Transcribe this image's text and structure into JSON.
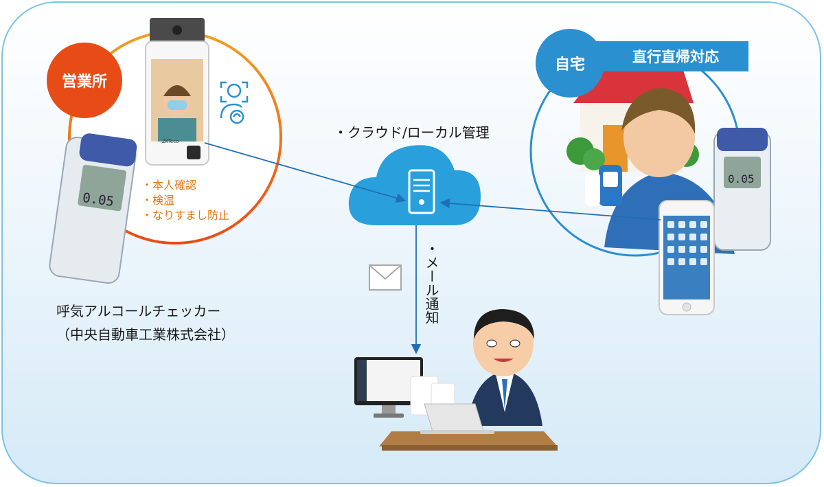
{
  "office": {
    "badge": "営業所",
    "features": [
      "・本人確認",
      "・検温",
      "・なりすまし防止"
    ]
  },
  "home": {
    "badge": "自宅",
    "banner": "直行直帰対応"
  },
  "cloud": {
    "label": "・クラウド/ローカル管理"
  },
  "mail": {
    "label": "・メール通知"
  },
  "checker": {
    "name": "呼気アルコールチェッカー",
    "maker": "（中央自動車工業株式会社）",
    "reading": "0.05"
  },
  "face_terminal": {
    "brand": "ZKTeco"
  },
  "colors": {
    "office_badge": "#e84c16",
    "office_ring": "#e67817",
    "home": "#2a90d0",
    "cloud": "#29a0dc",
    "arrow": "#1f6fb5"
  }
}
